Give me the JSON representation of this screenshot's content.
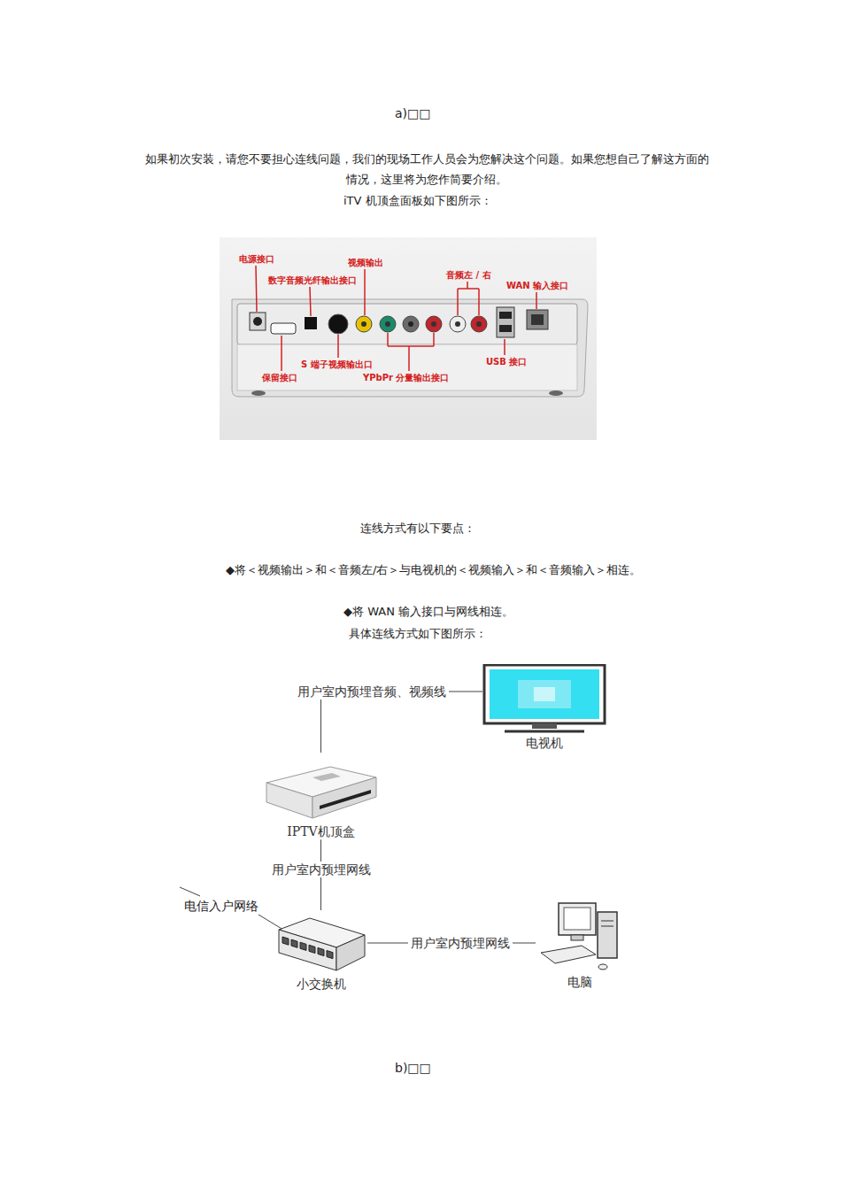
{
  "diagram": {
    "nodes": [
      {
        "text": [
          "电视机"
        ]
      },
      {
        "text": [
          "IPTV机顶盒"
        ]
      },
      {
        "text": [
          "小交换机"
        ]
      },
      {
        "text": [
          "电脑"
        ]
      }
    ],
    "edges": [
      {
        "from": 1,
        "to": 0,
        "arrow": "none",
        "label": "用户室内预埋音频、视频线"
      },
      {
        "from": 1,
        "to": 2,
        "arrow": "none",
        "label": "用户室内预埋网线"
      },
      {
        "from": 2,
        "to": 3,
        "arrow": "none",
        "label": "用户室内预埋网线"
      }
    ],
    "labels": [
      "a)□□",
      "如果初次安装，请您不要担心连线问题，我们的现场工作人员会为您解决这个问题。如果您想自己了解这方面的情况，这里将为您作简要介绍。",
      "iTV 机顶盒面板如下图所示：",
      "电源接口",
      "数字音频光纤输出接口",
      "视频输出",
      "音频左 / 右",
      "WAN 输入接口",
      "保留接口",
      "S 端子视频输出口",
      "YPbPr 分量输出接口",
      "USB 接口",
      "连线方式有以下要点：",
      "◆将＜视频输出＞和＜音频左/右＞与电视机的＜视频输入＞和＜音频输入＞相连。",
      "◆将 WAN 输入接口与网线相连。",
      "具体连线方式如下图所示：",
      "电信入户网络",
      "b)□□"
    ]
  }
}
